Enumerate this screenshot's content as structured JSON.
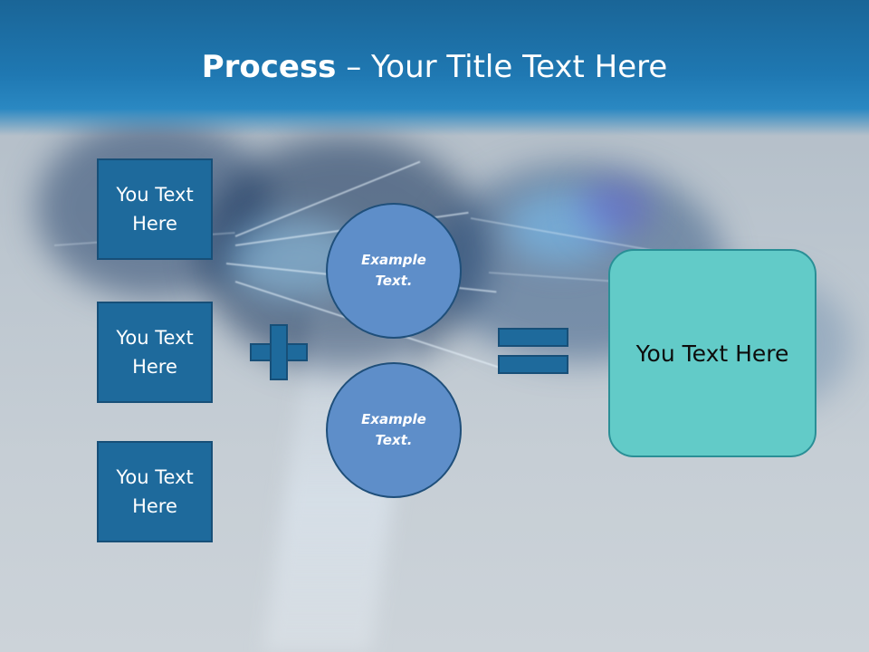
{
  "title": {
    "bold_part": "Process",
    "rest": " – Your Title Text Here"
  },
  "left_boxes": [
    {
      "label": "You Text Here"
    },
    {
      "label": "You Text Here"
    },
    {
      "label": "You Text Here"
    }
  ],
  "circles": [
    {
      "label": "Example Text."
    },
    {
      "label": "Example Text."
    }
  ],
  "result": {
    "label": "You Text Here"
  },
  "colors": {
    "header": "#1f78b2",
    "box_fill": "#1e6a9c",
    "circle_fill": "#5e8ec9",
    "result_fill": "#62cbc8"
  },
  "icons": {
    "operator_1": "plus-icon",
    "operator_2": "equals-icon"
  }
}
